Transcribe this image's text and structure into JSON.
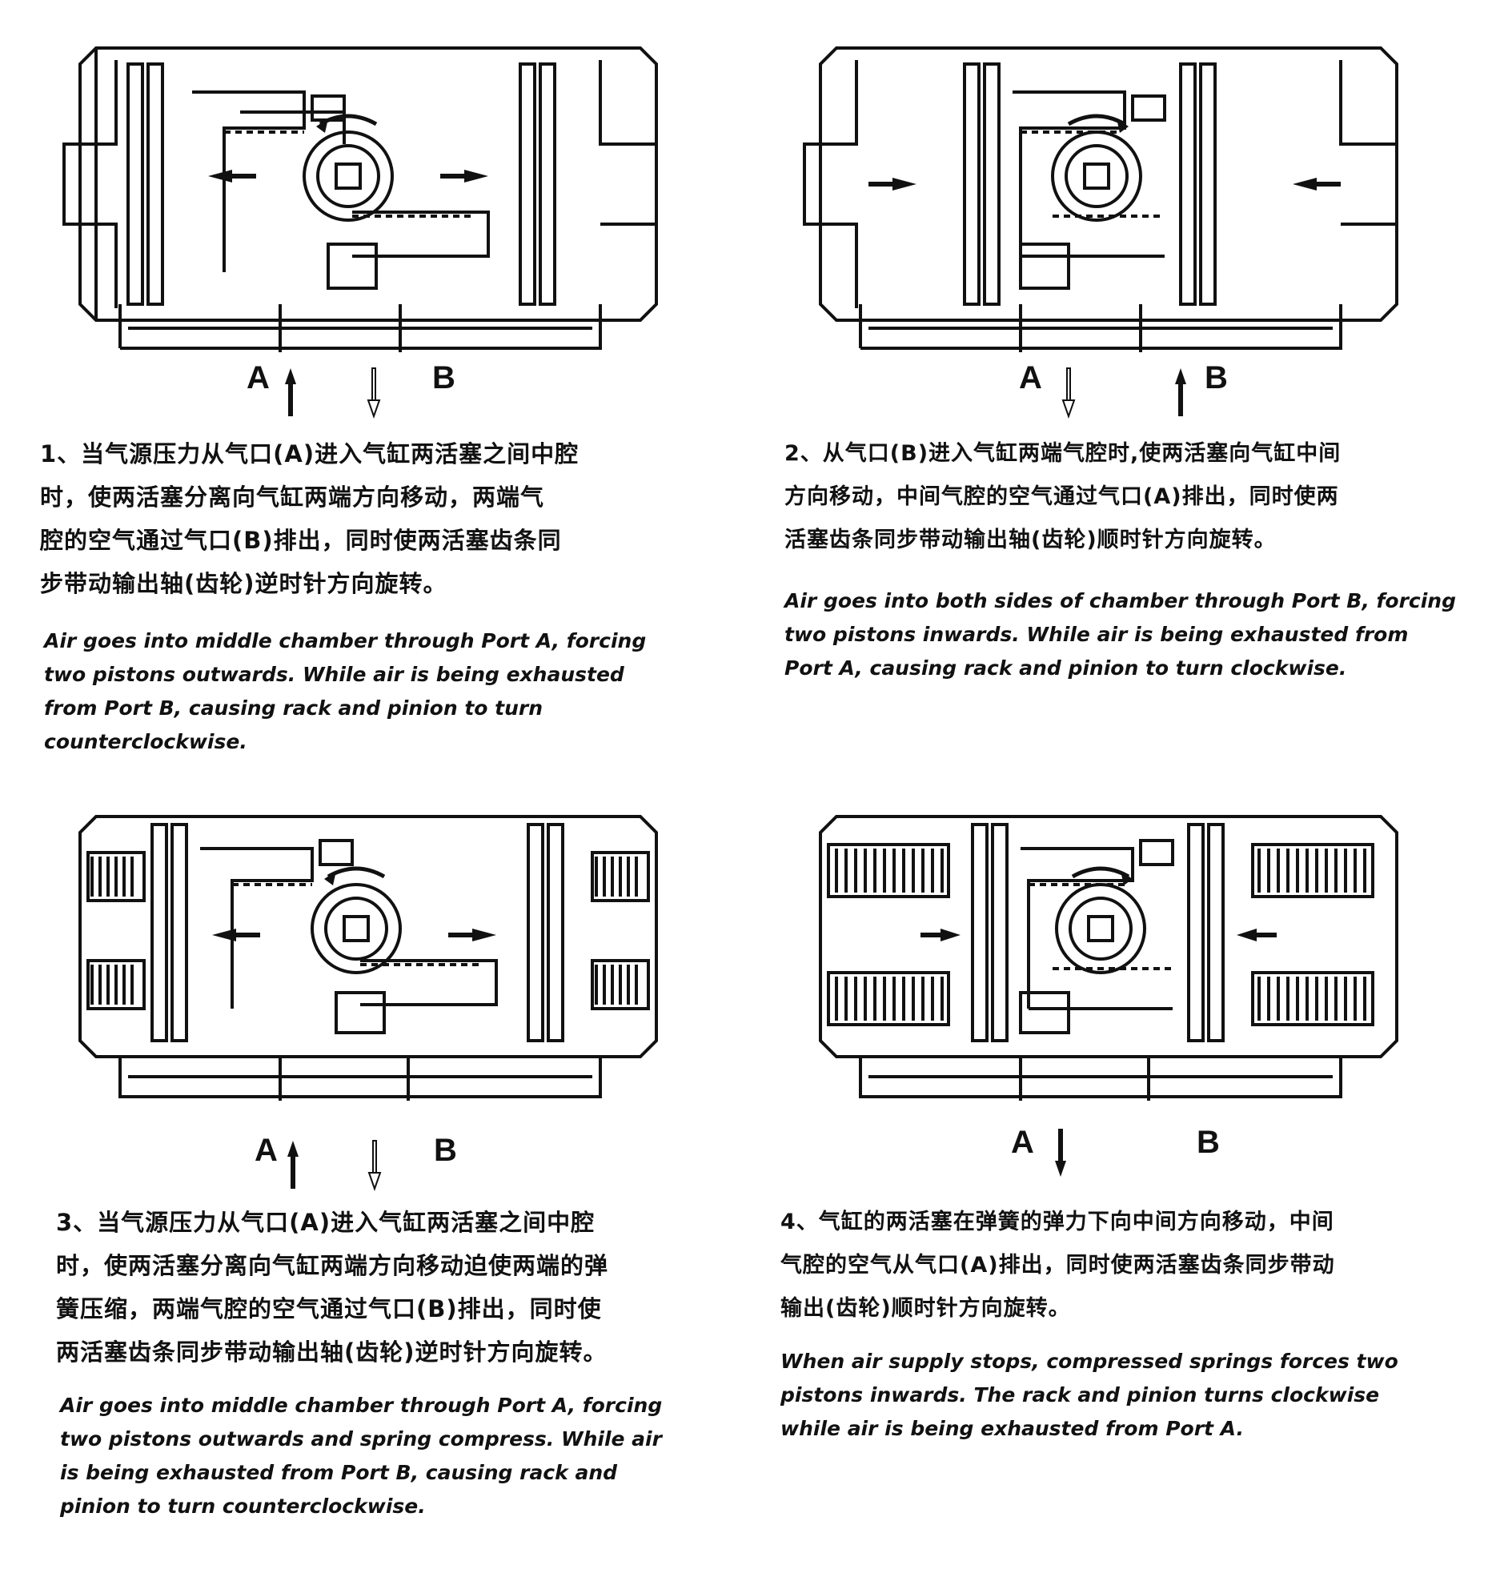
{
  "panels": [
    {
      "step": 1,
      "port_a": "A",
      "port_b": "B",
      "cn_lines": [
        "1、当气源压力从气口(A)进入气缸两活塞之间中腔",
        "时，使两活塞分离向气缸两端方向移动，两端气",
        "腔的空气通过气口(B)排出，同时使两活塞齿条同",
        "步带动输出轴(齿轮)逆时针方向旋转。"
      ],
      "en_lines": [
        "Air goes into middle chamber through Port A, forcing",
        "two pistons outwards. While air is being exhausted",
        "from Port B, causing rack and pinion to turn",
        "counterclockwise."
      ]
    },
    {
      "step": 2,
      "port_a": "A",
      "port_b": "B",
      "cn_lines": [
        "2、从气口(B)进入气缸两端气腔时,使两活塞向气缸中间",
        "方向移动，中间气腔的空气通过气口(A)排出，同时使两",
        "活塞齿条同步带动输出轴(齿轮)顺时针方向旋转。"
      ],
      "en_lines": [
        "Air goes into both sides of chamber through Port B, forcing",
        "two pistons inwards. While air is being exhausted from",
        "Port A, causing rack and pinion to turn clockwise."
      ]
    },
    {
      "step": 3,
      "port_a": "A",
      "port_b": "B",
      "cn_lines": [
        "3、当气源压力从气口(A)进入气缸两活塞之间中腔",
        "时，使两活塞分离向气缸两端方向移动迫使两端的弹",
        "簧压缩，两端气腔的空气通过气口(B)排出，同时使",
        "两活塞齿条同步带动输出轴(齿轮)逆时针方向旋转。"
      ],
      "en_lines": [
        "Air goes into middle chamber through Port A, forcing",
        "two pistons outwards and spring compress. While air",
        "is being exhausted from Port B, causing rack and",
        "pinion to turn counterclockwise."
      ]
    },
    {
      "step": 4,
      "port_a": "A",
      "port_b": "B",
      "cn_lines": [
        "4、气缸的两活塞在弹簧的弹力下向中间方向移动，中间",
        "气腔的空气从气口(A)排出，同时使两活塞齿条同步带动",
        "输出(齿轮)顺时针方向旋转。"
      ],
      "en_lines": [
        "When air supply stops, compressed springs forces two",
        "pistons inwards. The rack and pinion turns clockwise",
        "while air is being exhausted from Port A."
      ]
    }
  ]
}
